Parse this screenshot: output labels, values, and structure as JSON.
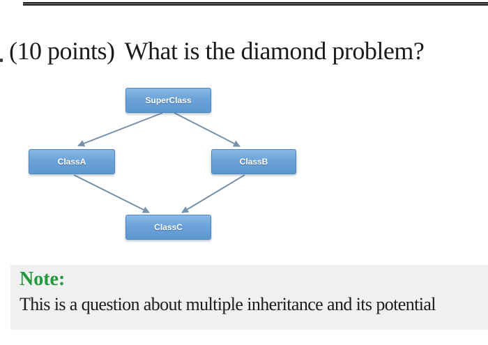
{
  "question": {
    "points_label": "(10 points)",
    "text": "What is the diamond problem?"
  },
  "diagram": {
    "type": "inheritance-diamond",
    "nodes": [
      {
        "id": "superclass",
        "label": "SuperClass"
      },
      {
        "id": "classa",
        "label": "ClassA"
      },
      {
        "id": "classb",
        "label": "ClassB"
      },
      {
        "id": "classc",
        "label": "ClassC"
      }
    ],
    "edges": [
      {
        "from": "SuperClass",
        "to": "ClassA"
      },
      {
        "from": "SuperClass",
        "to": "ClassB"
      },
      {
        "from": "ClassA",
        "to": "ClassC"
      },
      {
        "from": "ClassB",
        "to": "ClassC"
      }
    ],
    "colors": {
      "node_fill_top": "#8cb8e4",
      "node_fill_bottom": "#5e97cf",
      "node_border": "#4d86c0",
      "node_text": "#ffffff",
      "arrow": "#7691a9"
    }
  },
  "note": {
    "label": "Note:",
    "body": "This is a question about multiple inheritance and its potential",
    "label_color": "#22993d",
    "background": "#f0f0f0"
  }
}
